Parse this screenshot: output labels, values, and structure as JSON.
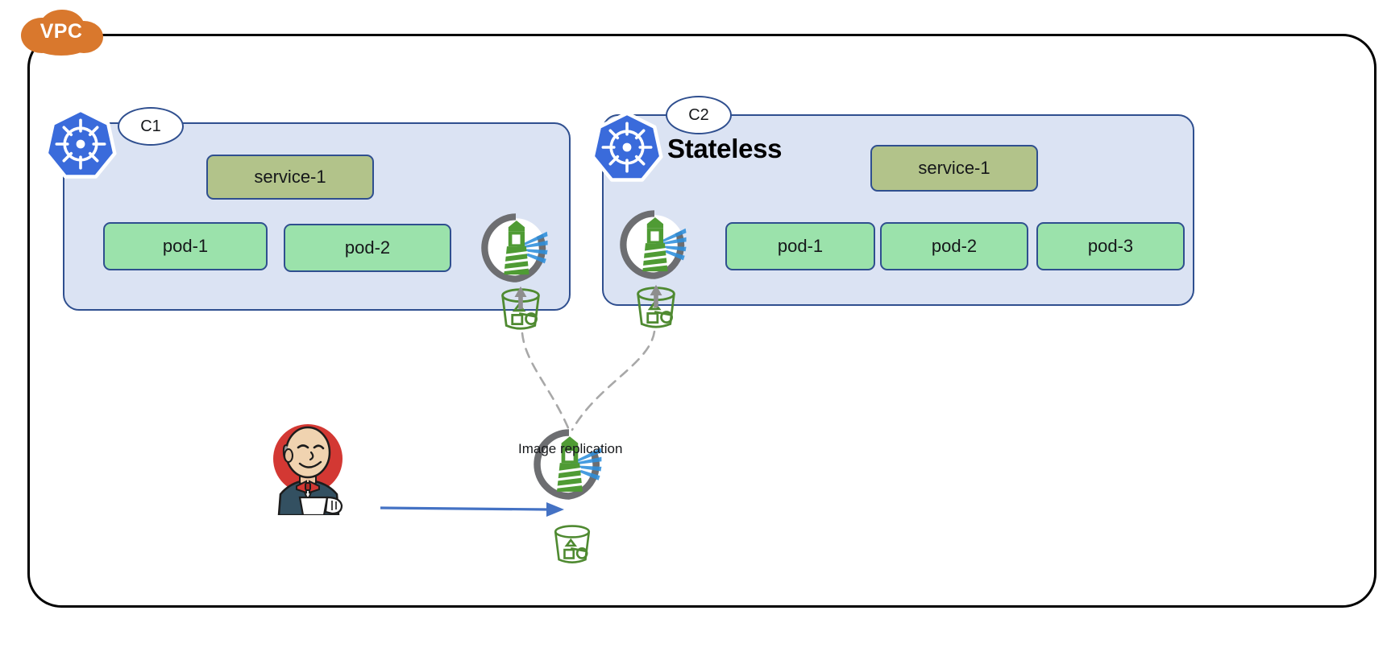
{
  "diagram": {
    "title": "VPC",
    "vpc": {
      "label": "VPC",
      "border_color": "#000000",
      "cloud_color": "#d9782d"
    },
    "clusters": [
      {
        "id": "c1",
        "badge": "C1",
        "icon": "kubernetes-icon",
        "panel_color": "#dbe3f3",
        "border_color": "#2f4f8f",
        "service": {
          "label": "service-1",
          "color": "#b2c38a"
        },
        "pods": [
          {
            "label": "pod-1",
            "color": "#9be2ab"
          },
          {
            "label": "pod-2",
            "color": "#9be2ab"
          }
        ],
        "registry": {
          "icon": "harbor-registry-icon",
          "name": "harbor"
        },
        "storage": {
          "icon": "storage-bucket-icon",
          "name": "bucket",
          "upload_arrow": true
        }
      },
      {
        "id": "c2",
        "badge": "C2",
        "annotation": "Stateless",
        "icon": "kubernetes-icon",
        "panel_color": "#dbe3f3",
        "border_color": "#2f4f8f",
        "service": {
          "label": "service-1",
          "color": "#b2c38a"
        },
        "pods": [
          {
            "label": "pod-1",
            "color": "#9be2ab"
          },
          {
            "label": "pod-2",
            "color": "#9be2ab"
          },
          {
            "label": "pod-3",
            "color": "#9be2ab"
          }
        ],
        "registry": {
          "icon": "harbor-registry-icon",
          "name": "harbor"
        },
        "storage": {
          "icon": "storage-bucket-icon",
          "name": "bucket",
          "upload_arrow": true
        }
      }
    ],
    "central": {
      "registry": {
        "icon": "harbor-registry-icon",
        "name": "harbor"
      },
      "storage": {
        "icon": "storage-bucket-icon",
        "name": "bucket",
        "upload_arrow": false
      },
      "ci": {
        "icon": "jenkins-icon",
        "name": "jenkins"
      }
    },
    "connections": [
      {
        "label": "Image replication",
        "style": "dashed",
        "color": "#a8a8a8",
        "from": "central-registry",
        "to": [
          "c1-bucket",
          "c2-bucket"
        ]
      },
      {
        "label": "",
        "style": "solid",
        "color": "#4472c4",
        "from": "jenkins",
        "to": "central-registry",
        "arrow": true
      }
    ],
    "replication_label": "Image replication"
  },
  "colors": {
    "panel": "#dbe3f3",
    "panel_border": "#2f4f8f",
    "service": "#b2c38a",
    "pod": "#9be2ab",
    "vpc_cloud": "#d9782d",
    "kubernetes_blue": "#3a6bdb",
    "harbor_green": "#4f9b34",
    "harbor_ring": "#6d6e71",
    "harbor_beam": "#2e8fdc",
    "bucket_green": "#4f8a31",
    "arrow_blue": "#4472c4",
    "dashed_gray": "#a8a8a8",
    "jenkins_red": "#d33833",
    "jenkins_suit": "#335061"
  }
}
